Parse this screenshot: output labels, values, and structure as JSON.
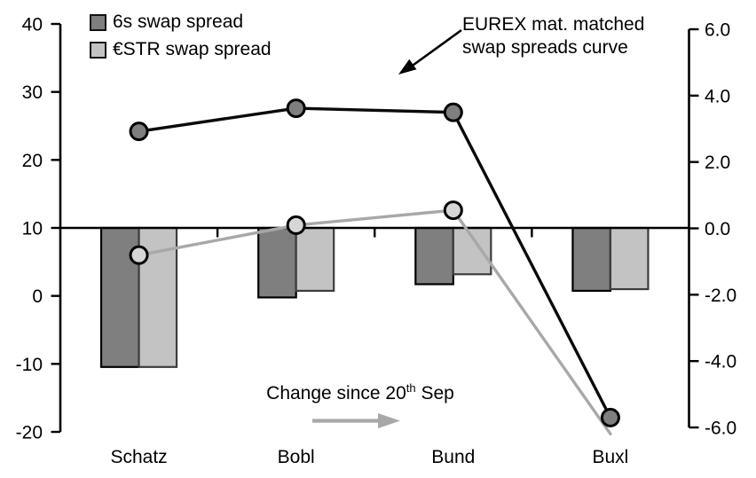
{
  "legend": {
    "items": [
      {
        "label": "6s swap spread",
        "swatch_color": "#7f7f7f",
        "swatch_border": "#111111"
      },
      {
        "label": "€STR swap spread",
        "swatch_color": "#c3c3c3",
        "swatch_border": "#111111"
      }
    ]
  },
  "annotations": {
    "eurex_label_line1": "EUREX mat. matched",
    "eurex_label_line2": "swap spreads curve",
    "change_label_prefix": "Change since 20",
    "change_label_sup": "th",
    "change_label_suffix": " Sep"
  },
  "chart_data": {
    "type": "combo",
    "subtypes": [
      "bar",
      "line"
    ],
    "title": "",
    "categories": [
      "Schatz",
      "Bobl",
      "Bund",
      "Buxl"
    ],
    "left_axis": {
      "ticks": [
        "40",
        "30",
        "20",
        "10",
        "0",
        "-10",
        "-20"
      ],
      "max": 40,
      "min": -20,
      "role": "swap spread level (line series)"
    },
    "right_axis": {
      "ticks": [
        "6.0",
        "4.0",
        "2.0",
        "0.0",
        "-2.0",
        "-4.0",
        "-6.0"
      ],
      "max": 6.0,
      "min": -6.0,
      "role": "change since 20th Sep (bar series)"
    },
    "baseline": {
      "left_value": 10,
      "right_value": 0.0
    },
    "grid": false,
    "legend_position": "top-left",
    "bar_series": [
      {
        "name": "6s swap spread",
        "axis": "right",
        "fill": "#7f7f7f",
        "stroke": "#000000",
        "values": [
          -4.2,
          -2.1,
          -1.7,
          -1.9
        ]
      },
      {
        "name": "€STR swap spread",
        "axis": "right",
        "fill": "#c3c3c3",
        "stroke": "#3d3d3d",
        "values": [
          -4.2,
          -1.9,
          -1.4,
          -1.85
        ]
      }
    ],
    "line_series": [
      {
        "name": "€STR swap spread curve",
        "axis": "left",
        "stroke": "#a8a8a8",
        "marker_fill": "#d6d6d6",
        "values": [
          6.0,
          10.4,
          12.6,
          -20.3
        ],
        "markers": [
          true,
          true,
          true,
          false
        ]
      },
      {
        "name": "6s swap spread curve (EUREX mat. matched)",
        "axis": "left",
        "stroke": "#0a0a0a",
        "marker_fill": "#7f7f7f",
        "values": [
          24.2,
          27.6,
          27.0,
          -17.9
        ],
        "markers": [
          true,
          true,
          true,
          true
        ]
      }
    ]
  }
}
